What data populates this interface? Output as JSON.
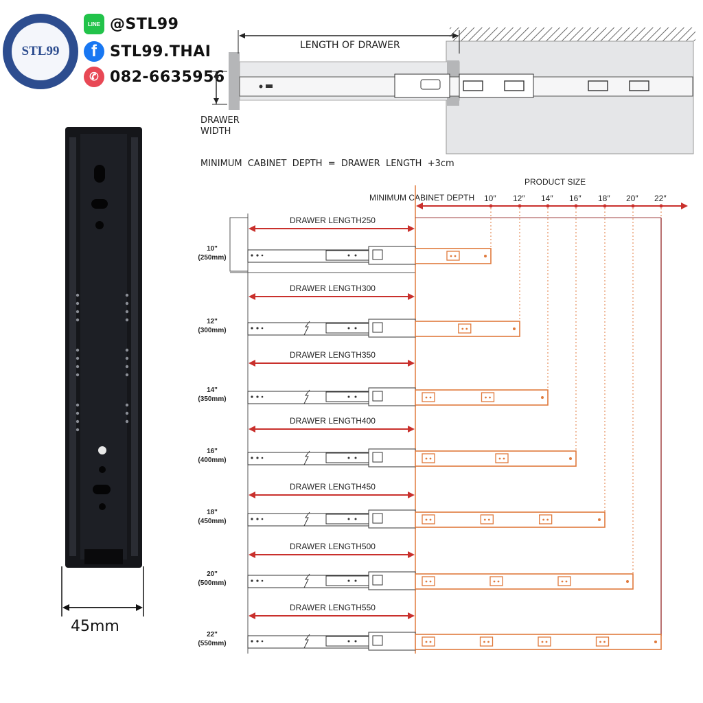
{
  "brand": {
    "logo_text": "STL99",
    "line_handle": "@STL99",
    "line_icon_text": "LINE",
    "facebook": "STL99.THAI",
    "phone": "082-6635956"
  },
  "rail": {
    "width_label": "45mm"
  },
  "top_diagram": {
    "length_label": "LENGTH OF DRAWER",
    "width_label_line1": "DRAWER",
    "width_label_line2": "WIDTH",
    "formula": "MINIMUM  CABINET  DEPTH  =  DRAWER  LENGTH  +3cm"
  },
  "chart": {
    "product_size_label": "PRODUCT SIZE",
    "min_depth_label": "MINIMUM CABINET DEPTH",
    "sizes": [
      "10″",
      "12″",
      "14″",
      "16″",
      "18″",
      "20″",
      "22″"
    ],
    "rows": [
      {
        "drawer_label": "DRAWER LENGTH250",
        "inch": "10\"",
        "mm": "(250mm)",
        "brackets": [
          1
        ]
      },
      {
        "drawer_label": "DRAWER LENGTH300",
        "inch": "12\"",
        "mm": "(300mm)",
        "brackets": [
          1
        ]
      },
      {
        "drawer_label": "DRAWER LENGTH350",
        "inch": "14\"",
        "mm": "(350mm)",
        "brackets": [
          0,
          1
        ]
      },
      {
        "drawer_label": "DRAWER LENGTH400",
        "inch": "16\"",
        "mm": "(400mm)",
        "brackets": [
          0,
          1
        ]
      },
      {
        "drawer_label": "DRAWER LENGTH450",
        "inch": "18\"",
        "mm": "(450mm)",
        "brackets": [
          0,
          1,
          2
        ]
      },
      {
        "drawer_label": "DRAWER LENGTH500",
        "inch": "20\"",
        "mm": "(500mm)",
        "brackets": [
          0,
          1,
          2
        ]
      },
      {
        "drawer_label": "DRAWER LENGTH550",
        "inch": "22\"",
        "mm": "(550mm)",
        "brackets": [
          0,
          1,
          2,
          3
        ]
      }
    ]
  },
  "colors": {
    "red": "#c9302c",
    "orange": "#e07a3c",
    "navy": "#2d4d8f"
  }
}
